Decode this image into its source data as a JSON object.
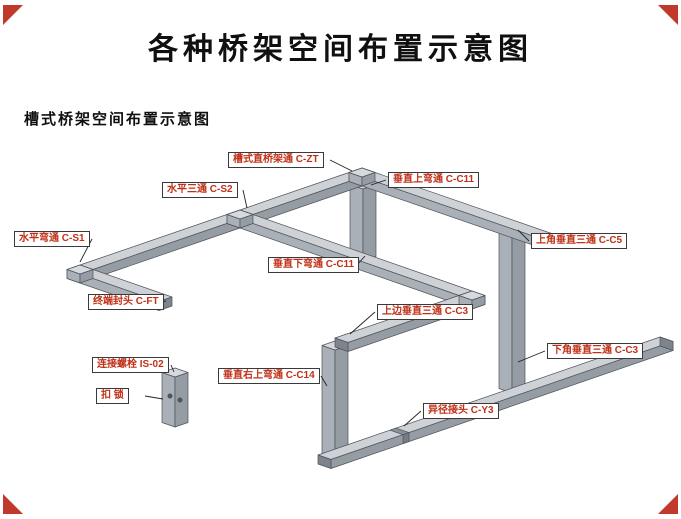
{
  "page": {
    "title": "各种桥架空间布置示意图",
    "subtitle": "槽式桥架空间布置示意图"
  },
  "labels": [
    {
      "text": "槽式直桥架通 C-ZT"
    },
    {
      "text": "水平三通 C-S2"
    },
    {
      "text": "垂直上弯通 C-C11"
    },
    {
      "text": "水平弯通 C-S1"
    },
    {
      "text": "垂直下弯通 C-C11"
    },
    {
      "text": "上角垂直三通 C-C5"
    },
    {
      "text": "终端封头 C-FT"
    },
    {
      "text": "上边垂直三通 C-C3"
    },
    {
      "text": "连接螺栓 IS-02"
    },
    {
      "text": "垂直右上弯通 C-C14"
    },
    {
      "text": "下角垂直三通 C-C3"
    },
    {
      "text": "扣  锁"
    },
    {
      "text": "异径接头 C-Y3"
    }
  ],
  "colors": {
    "label_text": "#c03018",
    "tray_top": "#ced2d7",
    "tray_side_dark": "#969ca4",
    "tray_side_mid": "#aab0b8",
    "corner_watermark": "#c0392b"
  }
}
